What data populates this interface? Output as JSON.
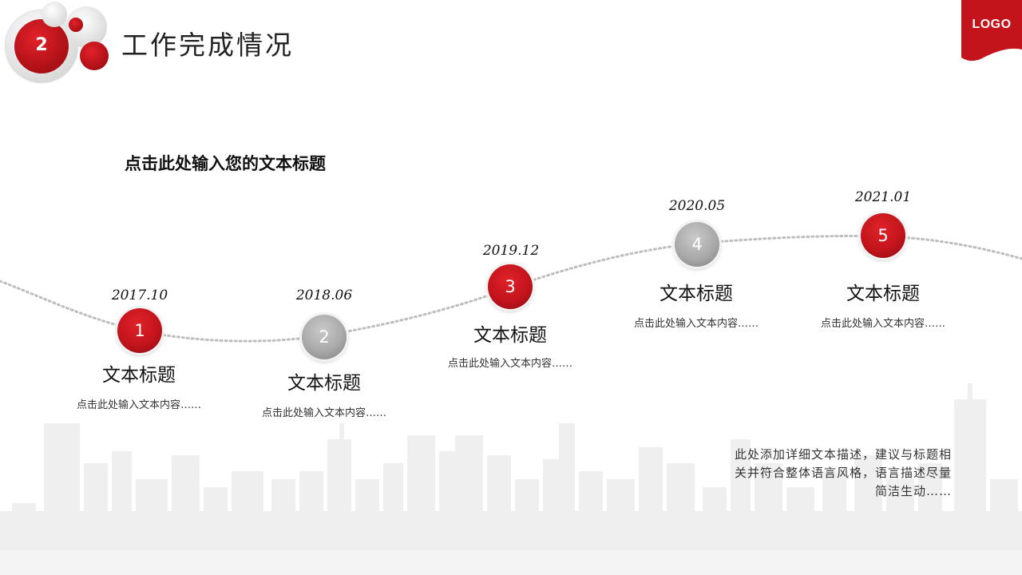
{
  "header": {
    "section_number": "2",
    "title": "工作完成情况",
    "logo": "LOGO"
  },
  "subtitle": "点击此处输入您的文本标题",
  "milestones": [
    {
      "number": "1",
      "date": "2017.10",
      "title": "文本标题",
      "desc": "点击此处输入文本内容……",
      "style": "red"
    },
    {
      "number": "2",
      "date": "2018.06",
      "title": "文本标题",
      "desc": "点击此处输入文本内容……",
      "style": "gray"
    },
    {
      "number": "3",
      "date": "2019.12",
      "title": "文本标题",
      "desc": "点击此处输入文本内容……",
      "style": "red"
    },
    {
      "number": "4",
      "date": "2020.05",
      "title": "文本标题",
      "desc": "点击此处输入文本内容……",
      "style": "gray"
    },
    {
      "number": "5",
      "date": "2021.01",
      "title": "文本标题",
      "desc": "点击此处输入文本内容……",
      "style": "red"
    }
  ],
  "detail": {
    "lines": [
      "此处添加详细文本描述，建议与标题相",
      "关并符合整体语言风格，语言描述尽量",
      "简洁生动……"
    ]
  },
  "colors": {
    "accent_red": "#c3141c",
    "node_gray": "#a9a9a9",
    "curve_dots": "#bdbdbd",
    "skyline": "#ececec"
  }
}
